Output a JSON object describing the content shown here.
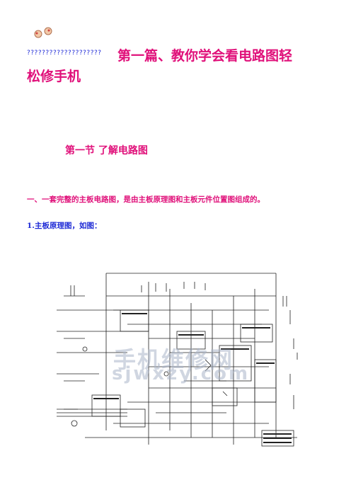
{
  "header": {
    "question_marks": "????????????????????",
    "title_line1": "第一篇、教你学会看电路图轻",
    "title_line2": "松修手机"
  },
  "section_title": "第一节 了解电路图",
  "paragraphs": {
    "p1": "一、一套完整的主板电路图，是由主板原理图和主板元件位置图组成的。",
    "p2": "1.主板原理图，如图："
  },
  "watermark": {
    "line1": "手机维修网",
    "line2": "sjwxzy.com"
  },
  "colors": {
    "heading": "#e0107a",
    "link_blue": "#1f2bd6"
  }
}
